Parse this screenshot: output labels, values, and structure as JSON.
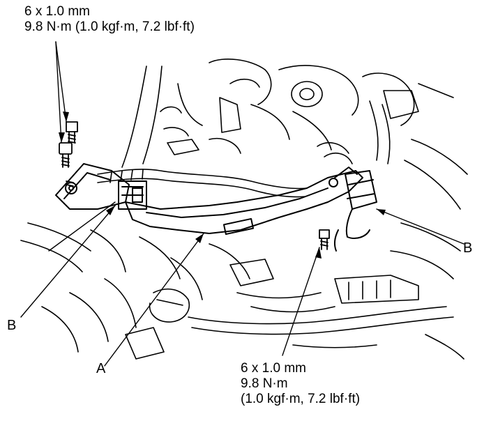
{
  "spec_top": {
    "size": "6 x 1.0 mm",
    "torque": "9.8 N·m (1.0 kgf·m, 7.2 lbf·ft)"
  },
  "spec_bottom": {
    "size": "6 x 1.0 mm",
    "torque_nm": "9.8 N·m",
    "torque_other": "(1.0 kgf·m, 7.2 lbf·ft)"
  },
  "callouts": {
    "a": "A",
    "b_left": "B",
    "b_right": "B"
  }
}
